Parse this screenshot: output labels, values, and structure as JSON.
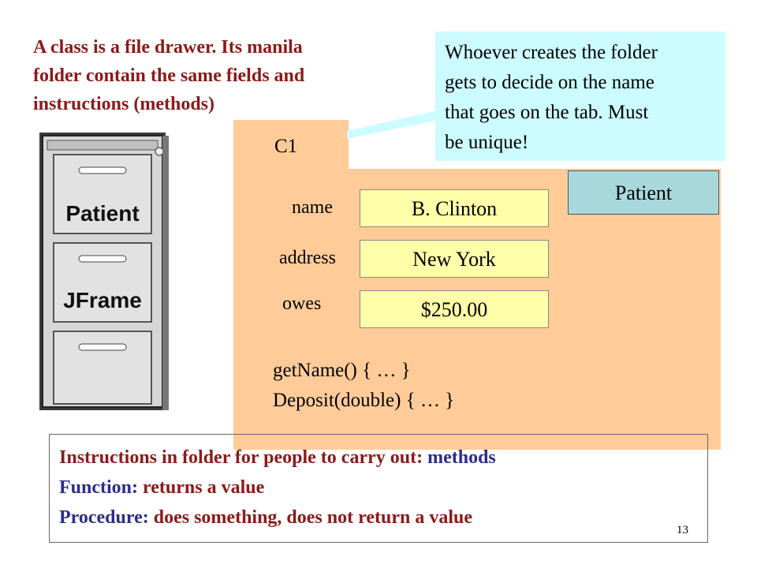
{
  "heading": {
    "line1": "A class is a file drawer. Its manila",
    "line2": "folder contain the same fields and",
    "line3": "instructions (methods)"
  },
  "callout": {
    "line1": "Whoever creates the folder",
    "line2": "gets to decide on the name",
    "line3": "that goes on the tab. Must",
    "line4": "be unique!"
  },
  "cabinet": {
    "drawer1": "Patient",
    "drawer2": "JFrame"
  },
  "folder": {
    "tab": "C1",
    "class_name": "Patient",
    "fields": [
      {
        "label": "name",
        "value": "B. Clinton"
      },
      {
        "label": "address",
        "value": "New York"
      },
      {
        "label": "owes",
        "value": "$250.00"
      }
    ],
    "methods": [
      "getName() { … }",
      "Deposit(double) { … }"
    ]
  },
  "notes": {
    "line1_prefix": "Instructions in folder for people to carry out: ",
    "line1_term": "methods",
    "line2_term": "Function:",
    "line2_rest": " returns a value",
    "line3_term": "Procedure:",
    "line3_rest": " does something, does not return a value"
  },
  "slide_number": "13",
  "colors": {
    "heading": "#8b1a1a",
    "callout_bg": "#ccfcff",
    "folder_bg": "#ffcc99",
    "field_bg": "#ffffaa",
    "badge_bg": "#a8d8dc",
    "term_blue": "#2c2c8c"
  }
}
